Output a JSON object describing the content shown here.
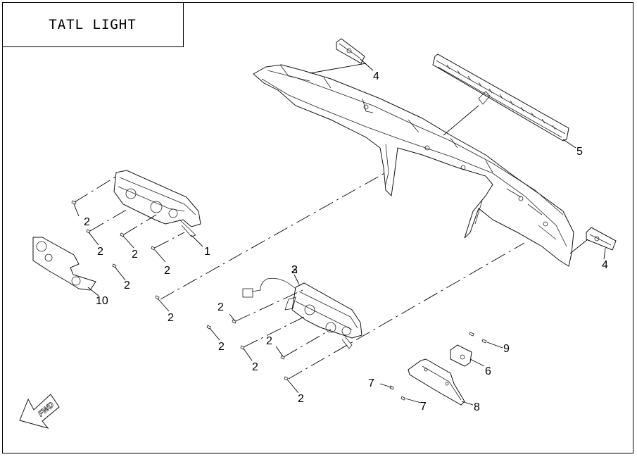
{
  "title": "TATL LIGHT",
  "fwd_label": "FWD",
  "callouts": [
    {
      "key": "c1",
      "text": "1"
    },
    {
      "key": "c2a",
      "text": "2"
    },
    {
      "key": "c2b",
      "text": "2"
    },
    {
      "key": "c2c",
      "text": "2"
    },
    {
      "key": "c2d",
      "text": "2"
    },
    {
      "key": "c2e",
      "text": "2"
    },
    {
      "key": "c2f",
      "text": "2"
    },
    {
      "key": "c2g",
      "text": "2"
    },
    {
      "key": "c2h",
      "text": "2"
    },
    {
      "key": "c2i",
      "text": "2"
    },
    {
      "key": "c2j",
      "text": "2"
    },
    {
      "key": "c2k",
      "text": "2"
    },
    {
      "key": "c2l",
      "text": "2"
    },
    {
      "key": "c3",
      "text": "3"
    },
    {
      "key": "c4a",
      "text": "4"
    },
    {
      "key": "c4b",
      "text": "4"
    },
    {
      "key": "c5",
      "text": "5"
    },
    {
      "key": "c6",
      "text": "6"
    },
    {
      "key": "c7a",
      "text": "7"
    },
    {
      "key": "c7b",
      "text": "7"
    },
    {
      "key": "c8",
      "text": "8"
    },
    {
      "key": "c9",
      "text": "9"
    },
    {
      "key": "c10",
      "text": "10"
    }
  ]
}
